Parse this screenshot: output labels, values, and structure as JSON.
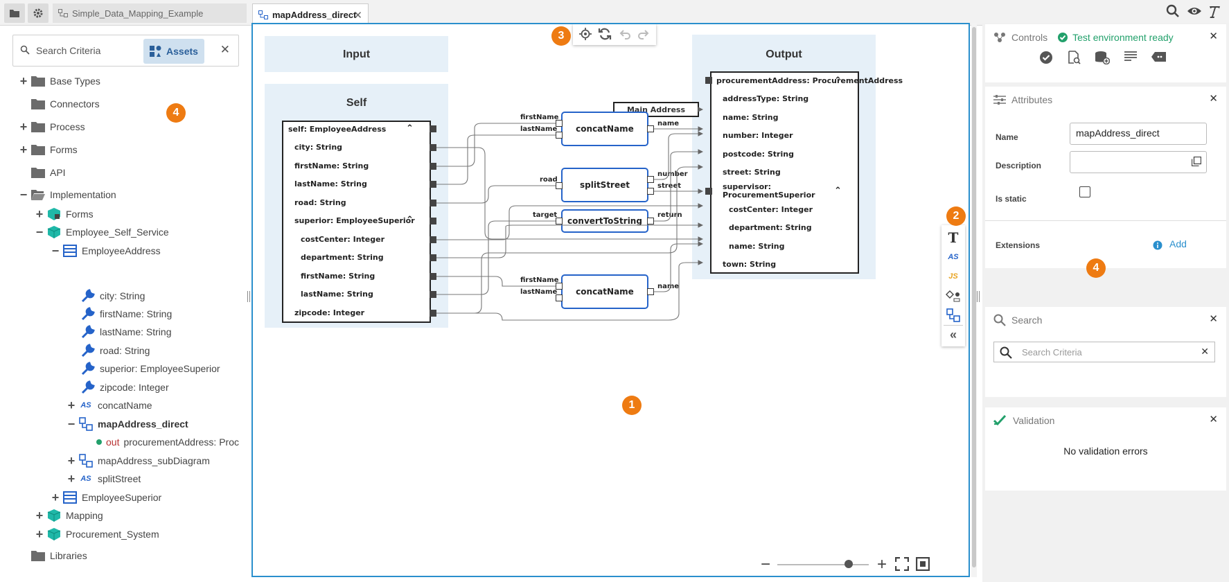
{
  "tabs": {
    "tab1_label": "Simple_Data_Mapping_Example",
    "tab2_label": "mapAddress_direct"
  },
  "left": {
    "search_placeholder": "Search Criteria",
    "assets_label": "Assets",
    "tree": [
      {
        "label": "Base Types",
        "expander": "+"
      },
      {
        "label": "Connectors",
        "expander": ""
      },
      {
        "label": "Process",
        "expander": "+"
      },
      {
        "label": "Forms",
        "expander": "+"
      },
      {
        "label": "API",
        "expander": ""
      },
      {
        "label": "Implementation",
        "expander": "−"
      },
      {
        "label": "Forms",
        "expander": "+"
      },
      {
        "label": "Employee_Self_Service",
        "expander": "−"
      },
      {
        "label": "EmployeeAddress",
        "expander": "−"
      },
      {
        "label": "city: String",
        "expander": ""
      },
      {
        "label": "firstName: String",
        "expander": ""
      },
      {
        "label": "lastName: String",
        "expander": ""
      },
      {
        "label": "road: String",
        "expander": ""
      },
      {
        "label": "superior: EmployeeSuperior",
        "expander": ""
      },
      {
        "label": "zipcode: Integer",
        "expander": ""
      },
      {
        "label": "concatName",
        "expander": "+"
      },
      {
        "label": "mapAddress_direct",
        "expander": "−"
      },
      {
        "label": "procurementAddress: Proc",
        "prefix": "out",
        "expander": ""
      },
      {
        "label": "mapAddress_subDiagram",
        "expander": "+"
      },
      {
        "label": "splitStreet",
        "expander": "+"
      },
      {
        "label": "EmployeeSuperior",
        "expander": "+"
      },
      {
        "label": "Mapping",
        "expander": "+"
      },
      {
        "label": "Procurement_System",
        "expander": "+"
      },
      {
        "label": "Libraries",
        "expander": ""
      }
    ]
  },
  "canvas": {
    "input_title": "Input",
    "self_title": "Self",
    "output_title": "Output",
    "self_fields": [
      "self: EmployeeAddress",
      "city: String",
      "firstName: String",
      "lastName: String",
      "road: String",
      "superior: EmployeeSuperior",
      "costCenter: Integer",
      "department: String",
      "firstName: String",
      "lastName: String",
      "zipcode: Integer"
    ],
    "output_fields": [
      "procurementAddress: ProcurementAddress",
      "addressType: String",
      "name: String",
      "number: Integer",
      "postcode: String",
      "street: String",
      "supervisor:",
      "ProcurementSuperior",
      "costCenter: Integer",
      "department: String",
      "name: String",
      "town: String"
    ],
    "constant_label": "Main Address",
    "functions": [
      {
        "name": "concatName",
        "inputs": [
          "firstName",
          "lastName"
        ],
        "outputs": [
          "name"
        ]
      },
      {
        "name": "splitStreet",
        "inputs": [
          "road"
        ],
        "outputs": [
          "number",
          "street"
        ]
      },
      {
        "name": "convertToString",
        "inputs": [
          "target"
        ],
        "outputs": [
          "return"
        ]
      },
      {
        "name": "concatName",
        "inputs": [
          "firstName",
          "lastName"
        ],
        "outputs": [
          "name"
        ]
      }
    ],
    "side_tools": {
      "as_label": "AS",
      "js_label": "JS"
    },
    "badges": [
      "1",
      "2",
      "3",
      "4",
      "4"
    ],
    "zoom_level": 0.78
  },
  "right": {
    "controls_title": "Controls",
    "env_status": "Test environment ready",
    "attributes_title": "Attributes",
    "name_label": "Name",
    "name_value": "mapAddress_direct",
    "description_label": "Description",
    "description_value": "",
    "is_static_label": "Is static",
    "extensions_label": "Extensions",
    "add_label": "Add",
    "search_title": "Search",
    "search_placeholder": "Search Criteria",
    "validation_title": "Validation",
    "validation_message": "No validation errors"
  },
  "colors": {
    "accent_blue": "#2a8fcd",
    "badge_orange": "#ee7b12",
    "success_green": "#22a06b",
    "function_border": "#2563c9",
    "panel_bg": "#e6f0f8"
  }
}
